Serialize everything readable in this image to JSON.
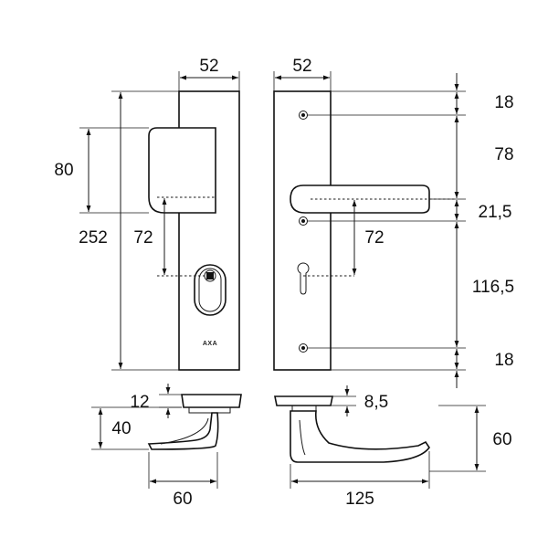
{
  "diagram": {
    "brand_label": "AXA",
    "front_view": {
      "width": "52",
      "total_height": "252",
      "cover_height": "80",
      "center_distance": "72"
    },
    "back_view": {
      "width": "52",
      "center_distance": "72",
      "segments": [
        "18",
        "78",
        "21,5",
        "116,5",
        "18"
      ]
    },
    "side_views": {
      "left_cap_height": "12",
      "left_projection": "40",
      "left_width": "60",
      "right_cap_height": "8,5",
      "right_length": "125",
      "right_projection": "60"
    }
  }
}
